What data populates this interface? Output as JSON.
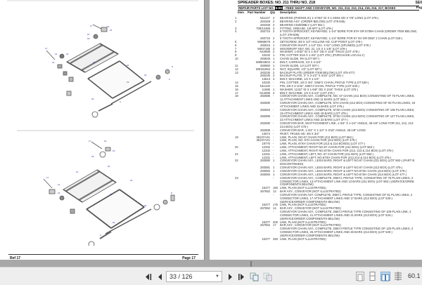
{
  "left_page": {
    "footer_left": "Ref  17",
    "footer_right": "Page  17"
  },
  "right_page": {
    "title": "SPREADER BOXES; NO. 211 THRU NO. 218",
    "corner_top": "SE0",
    "subtitle_prefix": "REPAIR PARTS LIST NO.",
    "subtitle_num": "5-0G",
    "subtitle_rest": " - FEED SHAFT AND CONVEYOR, NO. 211, 212, 213, 214, 215, 216, 217, BOXES",
    "corner_sub": "Pag",
    "columns": {
      "item": "Item",
      "part": "Part Number",
      "qty": "Qty",
      "desc": "Description"
    },
    "rows": [
      {
        "item": "1",
        "part": "N11447",
        "qty": "4",
        "desc": "BEARING (PHENOLIC) 1-17/64\" ID X 1-25/64 OD X 7/8\" LONG (LOT 478-)"
      },
      {
        "item": "2",
        "part": "284348",
        "qty": "2",
        "desc": "BEARING ASY. (ORDER BELOW) (LOT 478-545)"
      },
      {
        "item": "",
        "part": "284348",
        "qty": "2",
        "desc": "BEARING ASSEMBLY (LOT 551-)"
      },
      {
        "item": "3",
        "part": "709/14465",
        "qty": "2",
        "desc": "FITTING, GREASE, 1/8 NPT (LOT 478-)"
      },
      {
        "item": "4",
        "part": "283715",
        "qty": "2",
        "desc": "5 TOOTH SPROCKET, KEYWAYED, 1-1/4\" BORE FOR 67H OR 6708H CHAIN (ORDER ITEM BELOW)"
      },
      {
        "item": "",
        "part": "",
        "qty": "",
        "desc": "(LOT 478-505)"
      },
      {
        "item": "",
        "part": "283715",
        "qty": "2",
        "desc": "5 TOOTH SPROCKET, KEYWAYED, 1-1/4\" BORE FOR 67 XH OR D667 J CHAIN (LOT 518-)"
      },
      {
        "item": "5",
        "part": "W968678",
        "qty": "2",
        "desc": "SETSCREW, 3/8 X 1/2\" HOLLOW HD. CUP POINT (LOT 478-)"
      },
      {
        "item": "6",
        "part": "282815",
        "qty": "1",
        "desc": "CONVEYOR SHAFT, 1-1/4\" DIA. X 62\" LONG (SPLINED) (LOT 478-)"
      },
      {
        "item": "7",
        "part": "W937185",
        "qty": "2",
        "desc": "WOODRUFF KEY, NO. 21, 1/4 X 1-1/8\" (LOT 478-)"
      },
      {
        "item": "8",
        "part": "N10698",
        "qty": "2",
        "desc": "WASHER, 1-9/32\" ID X 1-3/4\" OD X 1/16\" THICK (LOT 478-)"
      },
      {
        "item": "9",
        "part": "10232",
        "qty": "1",
        "desc": "PIN, COTTER 3/16 X 1-3/4\" (LOT 478-) (PURCHASE LOCALLY)"
      },
      {
        "item": "10",
        "part": "283649",
        "qty": "1",
        "desc": "CHAIN SLIDE, RH (LOT 507-)"
      },
      {
        "item": "",
        "part": "W9904504",
        "qty": "4",
        "desc": "BOLT, CARRIAGE, 1/2 X 2-3/4\""
      },
      {
        "item": "11",
        "part": "283650",
        "qty": "1",
        "desc": "CHAIN SLIDE, LH (LOT 507-)"
      },
      {
        "item": "12",
        "part": "W9151864",
        "qty": "2",
        "desc": "NUT, SQUARE, 1/2\" (LOT 507-)"
      },
      {
        "item": "13",
        "part": "283235",
        "qty": "2",
        "desc": "BACKUP PLATE (ORDER ITEM BELOW) (LOT 475-477)"
      },
      {
        "item": "",
        "part": "283235",
        "qty": "2",
        "desc": "BACKUP PLATE, 3\" X 3-1/2\" X 3/16\" (LOT 481-)"
      },
      {
        "item": "",
        "part": "13613",
        "qty": "4",
        "desc": "BOLT, MACHINE, 1/2 X 1-1/4\""
      },
      {
        "item": "14",
        "part": "10230",
        "qty": "-",
        "desc": "PIN, COTTER, 1/8 X 3/4\", D667J CHAIN, PINTLE TYPE (LOT 530-)"
      },
      {
        "item": "15",
        "part": "N11440",
        "qty": "-",
        "desc": "PIN, 3/8 X 2-1/32\", D667J CHAIN, PINTLE TYPE (LOT 530-)"
      },
      {
        "item": "16",
        "part": "11685",
        "qty": "1",
        "desc": "WASHER, 11/32\" ID X 1-5/8\" OD X 3/16\" THICK (LOT 475-)"
      },
      {
        "item": "17",
        "part": "N14095",
        "qty": "2",
        "desc": "BOLT, MACHINE, 1/2 X 6-1/2\" (LOT 475-)"
      },
      {
        "item": "18",
        "part": "282686",
        "qty": "-",
        "desc": "CONVEYOR CHAIN ASY., COMPLETE, NO. 67 CHAIN (211 BOX) CONSISTING OF 75 PLAIN LINKS,"
      },
      {
        "item": "",
        "part": "",
        "qty": "",
        "desc": "11 ATTACHMENT LINKS AND 11 BARS (LOT 562-)"
      },
      {
        "item": "",
        "part": "282690",
        "qty": "-",
        "desc": "CONVEYOR CHAIN ASY., COMPLETE, 67H CHAIN (212 BOX) CONSISTING OF 93 PLAIN LINKS, 15"
      },
      {
        "item": "",
        "part": "",
        "qty": "",
        "desc": "ATTACHMENT LINKS AND 15 BARS (LOT 475-)"
      },
      {
        "item": "",
        "part": "282693",
        "qty": "-",
        "desc": "CONVEYOR CHAIN ASY., COMPLETE, 67XH CHAIN (213 BOX) CONSISTING OF 106 PLAIN LINKS,"
      },
      {
        "item": "",
        "part": "",
        "qty": "",
        "desc": "19 ATTACHMENT LINKS AND 19 BARS (LOT 475-)"
      },
      {
        "item": "",
        "part": "282696",
        "qty": "-",
        "desc": "CONVEYOR CHAIN ASY., COMPLETE, 67XH CHAIN (214 BOX) CONSISTING OF 127 PLAIN LINKS,"
      },
      {
        "item": "",
        "part": "",
        "qty": "",
        "desc": "23 ATTACHMENT LINKS AND 23 BARS (LOT 477-)"
      },
      {
        "item": "",
        "part": "282690",
        "qty": "-",
        "desc": "CONVEYOR BAR, W/ATTACHMENT LINK, 1-3/4\" X 1-1/4\" ANGLE, 46-1/8\" LONG FOR 211, 212, 213"
      },
      {
        "item": "",
        "part": "",
        "qty": "",
        "desc": "214 BOX) (LOT 475-)"
      },
      {
        "item": "",
        "part": "282689",
        "qty": "-",
        "desc": "CONVEYOR BAR, 1-3/4\" X 1-1/4\" X 3/16\" ANGLE, 46-1/8\" LONG"
      },
      {
        "item": "",
        "part": "13074",
        "qty": "-",
        "desc": "RIVET, TRUSS HD. 3/8 X 3/4\""
      },
      {
        "item": "19",
        "part": "36137AX1",
        "qty": "-",
        "desc": "LINK, PLAIN, NO.67 CHAIN FOR (211 BOX) (LOT 562-)"
      },
      {
        "item": "",
        "part": "36137AX1",
        "qty": "-",
        "desc": "LINK, PLAIN, NO. 67H CHAIN FOR (212 BOX) (LOT 475-)"
      },
      {
        "item": "",
        "part": "19770",
        "qty": "-",
        "desc": "LINK, PLAIN, 67XH CHAIN FOR (213 & 214 BOXES) (LOT 477-)"
      },
      {
        "item": "20",
        "part": "12332",
        "qty": "-",
        "desc": "LINK, ATTACHMENT, RIGHT NO.67 CHAIN FOR (211 BOX) (LOT 562-)"
      },
      {
        "item": "",
        "part": "12332",
        "qty": "-",
        "desc": "LINK, ATTACHMENT, RIGHT NO.67XH CHAIN FOR (212, 213 & 214 BOX) (LOT 475-)"
      },
      {
        "item": "21",
        "part": "12331",
        "qty": "-",
        "desc": "LINK, ATTACHMENT, LEFT, NO. 67 CHAIN FOR (211 BOX) (LOT 562-)"
      },
      {
        "item": "",
        "part": "12331",
        "qty": "-",
        "desc": "LINK, ATTACHMENT, LEFT, NO.67XH CHAIN FOR (212,213 & 214 BOX) (LOT 475-)"
      },
      {
        "item": "22",
        "part": "283080",
        "qty": "1",
        "desc": "CONVEYOR CHAIN ASY., LESS BARS, RIGHT & LEFT NO.67 CHAIN (211 BOX) (LOT 562-) (PART B"
      },
      {
        "item": "",
        "part": "",
        "qty": "",
        "desc": "DISCONTINUED)"
      },
      {
        "item": "",
        "part": "283081",
        "qty": "1",
        "desc": "CONVEYOR CHAIN ASY., LESS BARS, RIGHT & LEFT NO.67 CHAIN (212 BOX) (LOT 475-)"
      },
      {
        "item": "",
        "part": "283082",
        "qty": "1",
        "desc": "CONVEYOR CHAIN ASY., LESS BARS, RIGHT & LEFT NO.67XH CHAIN (213 BOX) (LOT 475-)"
      },
      {
        "item": "",
        "part": "283083",
        "qty": "1",
        "desc": "CONVEYOR CHAIN ASY., LESS BARS, RIGHT & LEFT NO.67XH CHAIN (214 BOX) (LOT 477-)"
      },
      {
        "item": "23",
        "part": "",
        "qty": "-",
        "desc": "CONVEYOR CHAIN ASY., COMPLETE, D667J, PINTLE TYPE, CONSISTING OF 75 PLAIN LINKS, 2"
      },
      {
        "item": "",
        "part": "",
        "qty": "",
        "desc": "CONNECTOR LINKS, 13 ATTACHMENT LINK AND 13 BARS (211 BOX) (LOT 562-) (SERVICE/ORDE"
      },
      {
        "item": "",
        "part": "",
        "qty": "",
        "desc": "COMPONENTS BELOW)"
      },
      {
        "item": "",
        "part": "15377",
        "qty": "150",
        "desc": "LINK, PLAIN (NOT ILLUSTRATED)"
      },
      {
        "item": "",
        "part": "267652",
        "qty": "12",
        "desc": "BAR ASY., CONVEYOR (NOT ILLUSTRATED)"
      },
      {
        "item": "",
        "part": "",
        "qty": "-",
        "desc": "CONVEYOR CHAIN ASY. COMPLETE, D667J, PINTLE TYPE, CONSISTING OF 91 PLAIN LINKS, 2"
      },
      {
        "item": "",
        "part": "",
        "qty": "",
        "desc": "CONNECTOR LINKS, 17 ATTACHMENT LINKS AND 17 BARS (212 BOX) (LOT 530-)"
      },
      {
        "item": "",
        "part": "",
        "qty": "",
        "desc": "(SERVICE/ORDER COMPONENTS BELOW)"
      },
      {
        "item": "",
        "part": "15377",
        "qty": "176",
        "desc": "LINK, PLAIN (NOT ILLUSTRATED)"
      },
      {
        "item": "",
        "part": "267652",
        "qty": "14",
        "desc": "BAR ASY., CONVEYOR (NOT ILLUSTRATED)"
      },
      {
        "item": "",
        "part": "",
        "qty": "-",
        "desc": "CONVEYOR CHAIN ASY., COMPLETE, D667J PINTLE TYPE CONSISTING OF 109 PLAIN LINK, 2"
      },
      {
        "item": "",
        "part": "",
        "qty": "",
        "desc": "CONNECTOR LINKS, 21 ATTACHMENT LINKS AND 21 BARS (213 BOX) (LOT 534-)"
      },
      {
        "item": "",
        "part": "",
        "qty": "",
        "desc": "(SERVICE/ORDER COMPONENTS BELOW)"
      },
      {
        "item": "",
        "part": "15377",
        "qty": "200",
        "desc": "LINK, PLAIN (NOT ILLUSTRATED)"
      },
      {
        "item": "",
        "part": "267652",
        "qty": "17",
        "desc": "BAR ASY., CONVEYOR (NOT ILLUSTRATED)"
      },
      {
        "item": "",
        "part": "",
        "qty": "-",
        "desc": "CONVEYOR CHAIN ASY., COMPLETE, D667J PINTLE TYPE CONSISTING OF 125 PLAIN LINKS, 2"
      },
      {
        "item": "",
        "part": "",
        "qty": "",
        "desc": "CONNECTOR LINKS, 25 ATTACHMENT LINKS AND 25 BARS (214 BOX) (LOT 530-)"
      },
      {
        "item": "",
        "part": "",
        "qty": "",
        "desc": "(SERVICE/ORDER COMPONENTS BELOW)"
      },
      {
        "item": "",
        "part": "15377",
        "qty": "250",
        "desc": "LINK, PLAIN (NOT ILLUSTRATED)"
      }
    ]
  },
  "toolbar": {
    "first_page_icon": "first-page-icon",
    "prev_page_icon": "prev-page-icon",
    "page_value": "33 / 126",
    "next_page_icon": "next-page-icon",
    "last_page_icon": "last-page-icon",
    "zoom_value": "60.1",
    "view_modes": [
      "single-page",
      "continuous",
      "two-page",
      "scrolling"
    ],
    "active_view_mode": "two-page"
  }
}
